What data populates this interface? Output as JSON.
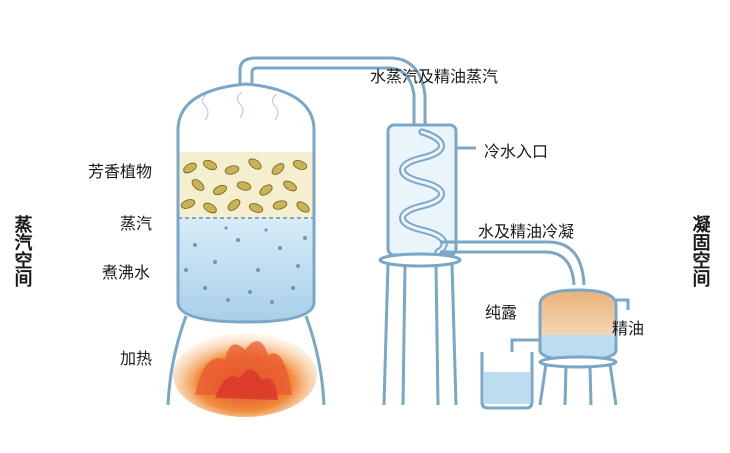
{
  "labels": {
    "vapor": "水蒸汽及精油蒸汽",
    "cold_in": "冷水入口",
    "condense": "水及精油冷凝",
    "plants": "芳香植物",
    "steam": "蒸汽",
    "boiling": "煮沸水",
    "heating": "加热",
    "hydrosol": "纯露",
    "oil": "精油",
    "steam_space": "蒸汽空间",
    "condense_space": "凝固空间"
  },
  "colors": {
    "glass": "#7aa7c8",
    "water": "#bcdcf0",
    "leaf": "#c8b456",
    "fire": "#e0452a",
    "oil": "#e2a96a"
  }
}
